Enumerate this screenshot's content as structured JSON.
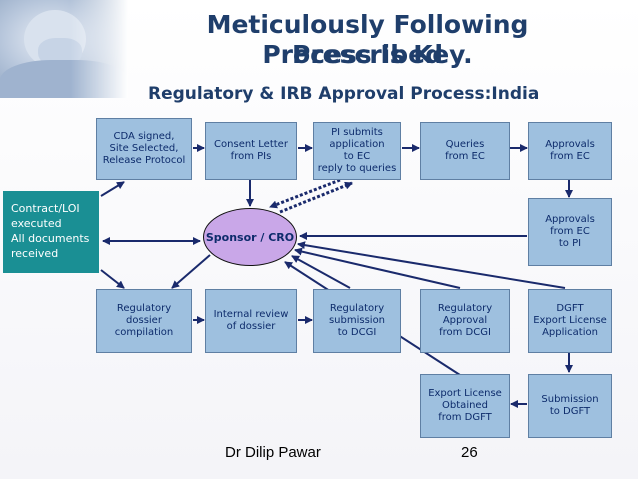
{
  "title": {
    "line1": "Meticulously Following Prescribed",
    "line2": "Process Is Key."
  },
  "subtitle": "Regulatory & IRB Approval Process:India",
  "boxes": {
    "cda": "CDA signed,\nSite Selected,\nRelease Protocol",
    "consent": "Consent Letter\nfrom PIs",
    "pi_submits": "PI submits\napplication\nto EC\nreply to queries",
    "queries": "Queries\nfrom EC",
    "approvals": "Approvals\nfrom EC",
    "approvals_pi": "Approvals\nfrom EC\nto PI",
    "reg_dossier": "Regulatory\ndossier\ncompilation",
    "internal_review": "Internal review\nof dossier",
    "reg_submission": "Regulatory\nsubmission\nto DCGI",
    "reg_approval": "Regulatory\nApproval\nfrom DCGI",
    "dgft": "DGFT\nExport License\nApplication",
    "export_license": "Export License\nObtained\nfrom DGFT",
    "submission_dgft": "Submission\nto DGFT"
  },
  "contract": "Contract/LOI\nexecuted\nAll documents\nreceived",
  "sponsor": "Sponsor / CRO",
  "footer": {
    "author": "Dr Dilip Pawar",
    "page": "26"
  },
  "colors": {
    "box_fill": "#9ec0df",
    "contract_fill": "#1a8f94",
    "oval_fill": "#c9a7e8",
    "title": "#1f3e6b"
  }
}
